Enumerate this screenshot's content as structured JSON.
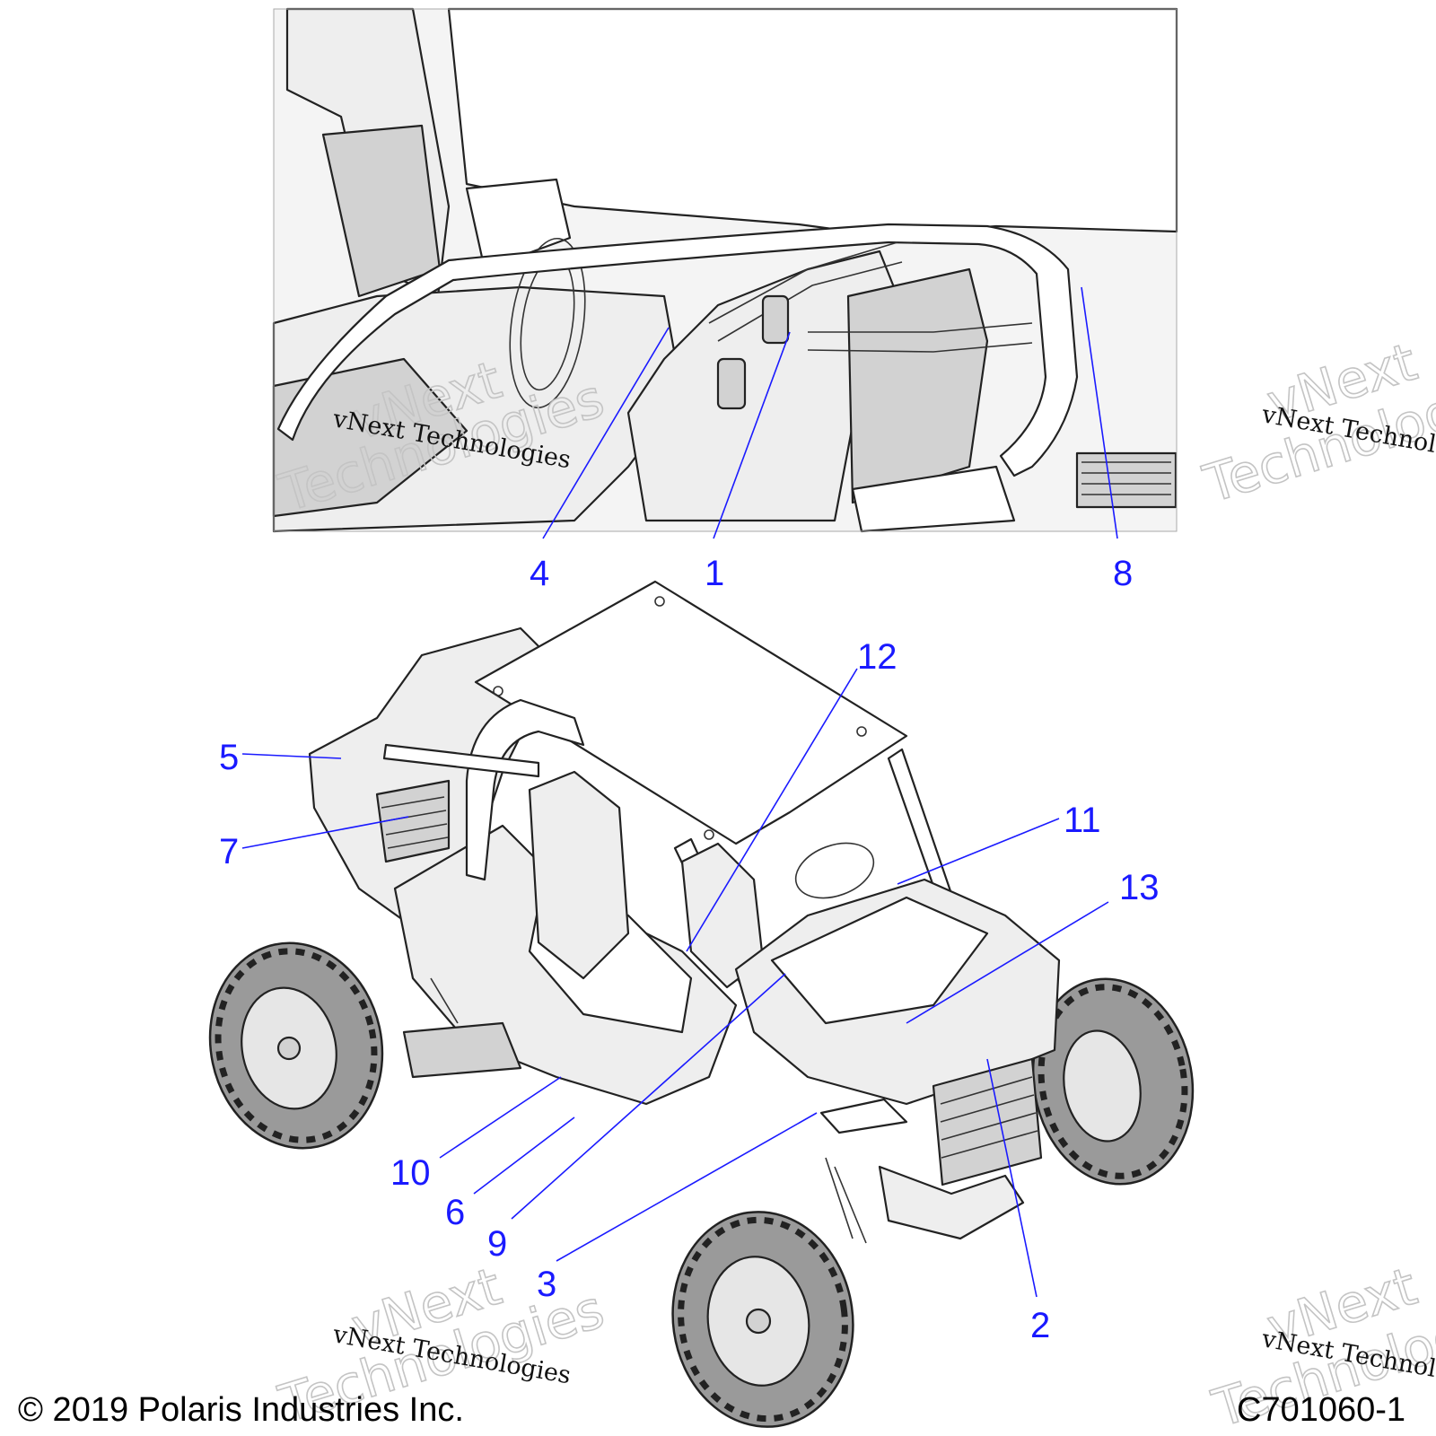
{
  "callouts": [
    {
      "id": "4",
      "label": "4"
    },
    {
      "id": "1",
      "label": "1"
    },
    {
      "id": "8",
      "label": "8"
    },
    {
      "id": "12",
      "label": "12"
    },
    {
      "id": "5",
      "label": "5"
    },
    {
      "id": "11",
      "label": "11"
    },
    {
      "id": "7",
      "label": "7"
    },
    {
      "id": "13",
      "label": "13"
    },
    {
      "id": "10",
      "label": "10"
    },
    {
      "id": "6",
      "label": "6"
    },
    {
      "id": "9",
      "label": "9"
    },
    {
      "id": "3",
      "label": "3"
    },
    {
      "id": "2",
      "label": "2"
    }
  ],
  "watermark": {
    "line": "vNext Technologies",
    "brand": "vNext",
    "sub": "Technologies"
  },
  "footer": {
    "copyright": "© 2019 Polaris Industries Inc.",
    "code": "C701060-1"
  },
  "colors": {
    "callout": "#1a1aff",
    "line_art": "#222222",
    "background": "#ffffff"
  }
}
